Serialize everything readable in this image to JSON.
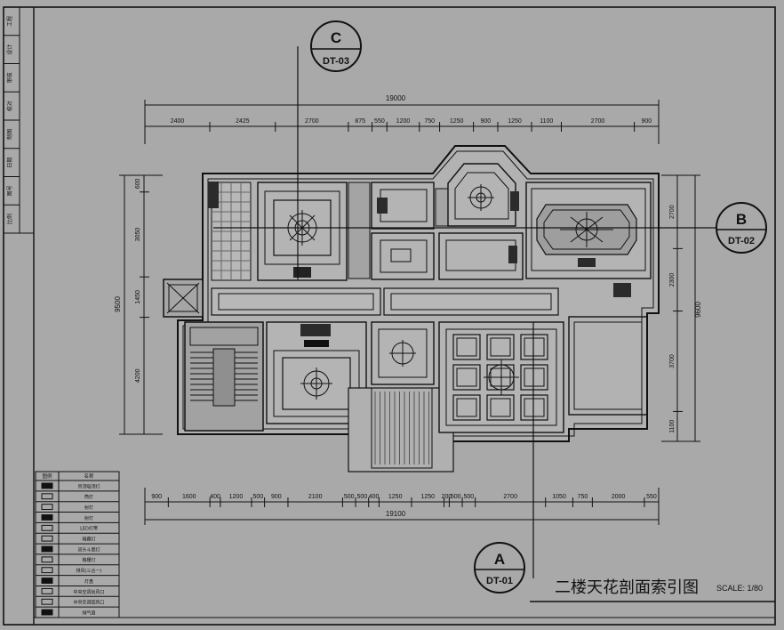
{
  "drawing": {
    "title": "二楼天花剖面索引图",
    "scale": "SCALE: 1/80"
  },
  "callouts": [
    {
      "letter": "C",
      "ref": "DT-03"
    },
    {
      "letter": "B",
      "ref": "DT-02"
    },
    {
      "letter": "A",
      "ref": "DT-01"
    }
  ],
  "dims_top": {
    "total": "19000",
    "segments": [
      "2400",
      "2425",
      "2700",
      "875",
      "550",
      "1200",
      "750",
      "1250",
      "900",
      "1250",
      "1100",
      "2700",
      "900"
    ]
  },
  "dims_bottom": {
    "total": "19100",
    "segments": [
      "900",
      "1600",
      "400",
      "1200",
      "500",
      "900",
      "2100",
      "500",
      "500",
      "400",
      "1250",
      "1250",
      "200",
      "500",
      "500",
      "2700",
      "1050",
      "750",
      "2000",
      "550"
    ]
  },
  "dims_left": {
    "total": "9500",
    "segments": [
      "600",
      "3050",
      "1450",
      "4200"
    ]
  },
  "dims_right": {
    "total": "9600",
    "segments": [
      "2700",
      "2300",
      "3700",
      "1100"
    ]
  },
  "left_strip": [
    "工程",
    "设计",
    "审核",
    "校对",
    "制图",
    "日期",
    "图号",
    "比例"
  ],
  "legend": {
    "headers": [
      "图例",
      "名称"
    ],
    "rows": [
      "吊顶吸顶灯",
      "筒灯",
      "射灯",
      "射灯",
      "LED灯带",
      "暗藏灯",
      "双头斗胆灯",
      "格栅灯",
      "排风(三合一)",
      "灯盘",
      "中央空调出风口",
      "中央空调回风口",
      "排气扇"
    ]
  },
  "colors": {
    "background": "#a9a9a9",
    "line": "#111111",
    "dark": "#2b2b2b"
  }
}
